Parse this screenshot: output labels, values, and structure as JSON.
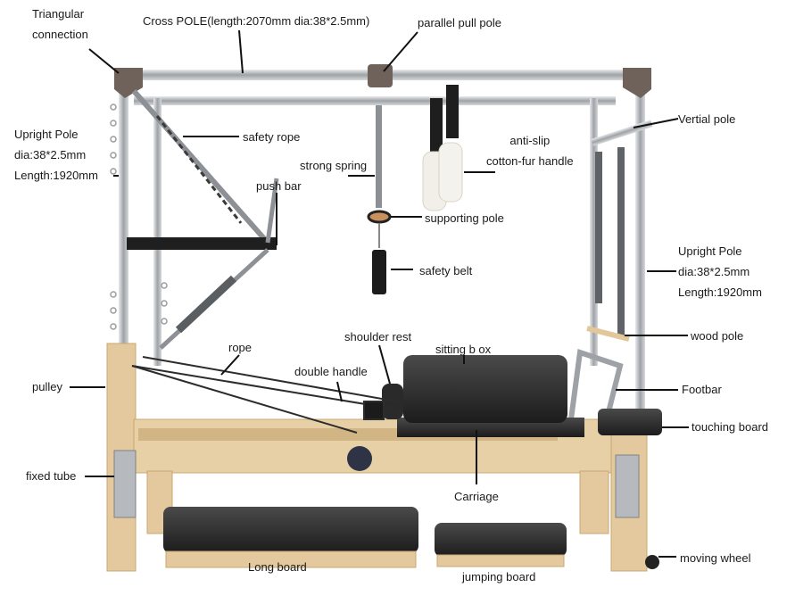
{
  "labels": {
    "triangular_connection": "Triangular\nconnection",
    "cross_pole": "Cross POLE(length:2070mm  dia:38*2.5mm)",
    "parallel_pull_pole": "parallel pull pole",
    "upright_pole_left": "Upright Pole\ndia:38*2.5mm\nLength:1920mm",
    "safety_rope": "safety rope",
    "strong_spring": "strong spring",
    "anti_slip_handle": "anti-slip\ncotton-fur handle",
    "vertial_pole": "Vertial pole",
    "push_bar": "push bar",
    "supporting_pole": "supporting pole",
    "safety_belt": "safety belt",
    "upright_pole_right": "Upright Pole\ndia:38*2.5mm\nLength:1920mm",
    "rope": "rope",
    "shoulder_rest": "shoulder rest",
    "sitting_box": "sitting b ox",
    "wood_pole": "wood pole",
    "pulley": "pulley",
    "double_handle": "double handle",
    "footbar": "Footbar",
    "touching_board": "touching board",
    "fixed_tube": "fixed tube",
    "carriage": "Carriage",
    "long_board": "Long board",
    "jumping_board": "jumping board",
    "moving_wheel": "moving wheel"
  },
  "colors": {
    "frame_steel": "#a9acb0",
    "wood": "#e3c99d",
    "wood_dark": "#c9a872",
    "upholstery": "#2b2b2b",
    "leader_line": "#111111"
  }
}
